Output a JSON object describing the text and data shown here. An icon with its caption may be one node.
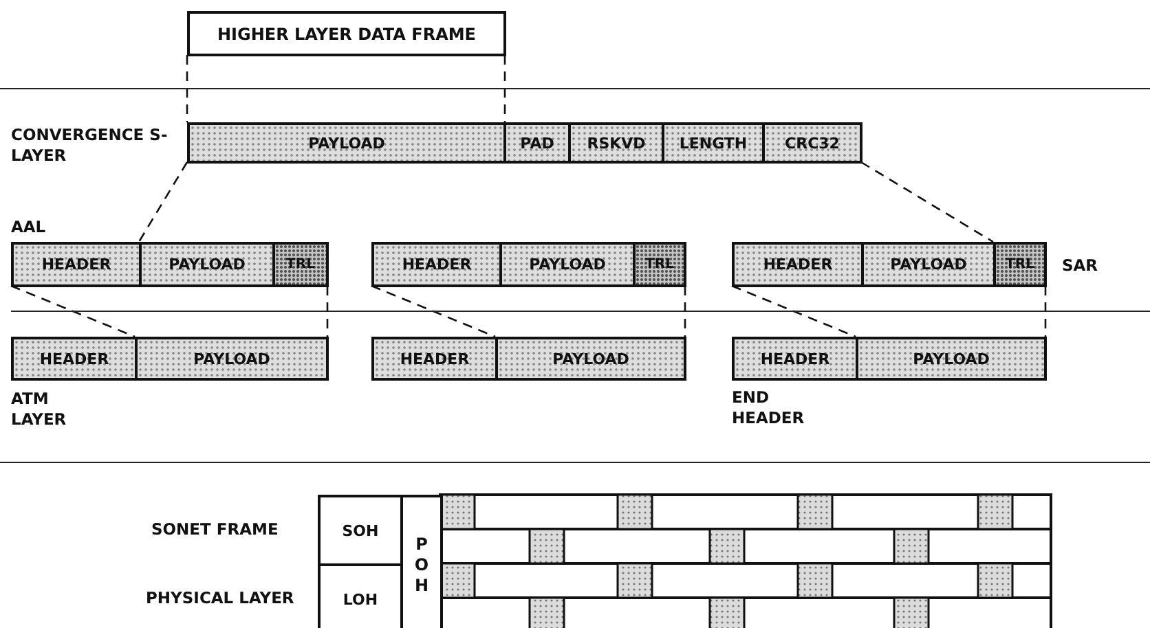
{
  "diagram": {
    "nodes": [
      {
        "text": [
          "HIGHER LAYER DATA FRAME"
        ]
      },
      {
        "text": [
          "PAYLOAD"
        ]
      },
      {
        "text": [
          "PAD"
        ]
      },
      {
        "text": [
          "RSKVD"
        ]
      },
      {
        "text": [
          "LENGTH"
        ]
      },
      {
        "text": [
          "CRC32"
        ]
      },
      {
        "text": [
          "HEADER"
        ]
      },
      {
        "text": [
          "PAYLOAD"
        ]
      },
      {
        "text": [
          "TRL"
        ]
      },
      {
        "text": [
          "HEADER"
        ]
      },
      {
        "text": [
          "PAYLOAD"
        ]
      },
      {
        "text": [
          "TRL"
        ]
      },
      {
        "text": [
          "HEADER"
        ]
      },
      {
        "text": [
          "PAYLOAD"
        ]
      },
      {
        "text": [
          "TRL"
        ]
      },
      {
        "text": [
          "HEADER"
        ]
      },
      {
        "text": [
          "PAYLOAD"
        ]
      },
      {
        "text": [
          "HEADER"
        ]
      },
      {
        "text": [
          "PAYLOAD"
        ]
      },
      {
        "text": [
          "HEADER"
        ]
      },
      {
        "text": [
          "PAYLOAD"
        ]
      },
      {
        "text": [
          "SOH"
        ]
      },
      {
        "text": [
          "POH"
        ]
      },
      {
        "text": [
          "LOH"
        ]
      }
    ],
    "edges": [
      {
        "from": 0,
        "to": 1,
        "arrow": "none",
        "style": "dashed"
      },
      {
        "from": 0,
        "to": 1,
        "arrow": "none",
        "style": "dashed"
      },
      {
        "from": 1,
        "to": 7,
        "arrow": "none",
        "style": "dashed"
      },
      {
        "from": 5,
        "to": 14,
        "arrow": "none",
        "style": "dashed"
      },
      {
        "from": 6,
        "to": 16,
        "arrow": "none",
        "style": "dashed"
      },
      {
        "from": 8,
        "to": 16,
        "arrow": "none",
        "style": "dashed"
      },
      {
        "from": 9,
        "to": 18,
        "arrow": "none",
        "style": "dashed"
      },
      {
        "from": 11,
        "to": 18,
        "arrow": "none",
        "style": "dashed"
      },
      {
        "from": 12,
        "to": 20,
        "arrow": "none",
        "style": "dashed"
      },
      {
        "from": 14,
        "to": 20,
        "arrow": "none",
        "style": "dashed"
      }
    ],
    "labels": [
      "CONVERGENCE S-LAYER",
      "AAL",
      "SAR",
      "ATM LAYER",
      "END HEADER",
      "SONET FRAME",
      "PHYSICAL LAYER"
    ]
  }
}
